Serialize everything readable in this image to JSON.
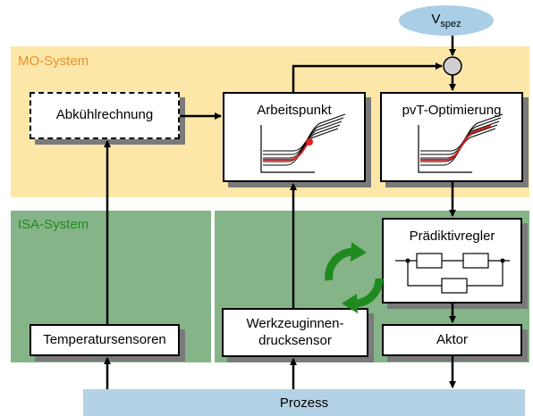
{
  "colors": {
    "mo_region": "#fde7a8",
    "isa_region": "#86b489",
    "mo_label": "#e8912a",
    "isa_label": "#1f8a1f",
    "prozess_bar": "#b3d2e6",
    "vspez_ellipse": "#a8cfe6",
    "curve_red": "#e02020",
    "cycle_green": "#1f8a1f"
  },
  "regions": {
    "mo_label": "MO-System",
    "isa_label": "ISA-System"
  },
  "inputs": {
    "v_main": "V",
    "v_sub": "spez"
  },
  "blocks": {
    "abkuehl": "Abkühlrechnung",
    "arbeitspunkt": "Arbeitspunkt",
    "pvt": "pvT-Optimierung",
    "praediktiv": "Prädiktivregler",
    "temperatur": "Temperatursensoren",
    "werkzeug_line1": "Werkzeuginnen-",
    "werkzeug_line2": "drucksensor",
    "aktor": "Aktor"
  },
  "prozess": "Prozess",
  "icons": {
    "summing_junction": "summing-junction-icon",
    "cycle": "recycle-arrows-icon"
  }
}
